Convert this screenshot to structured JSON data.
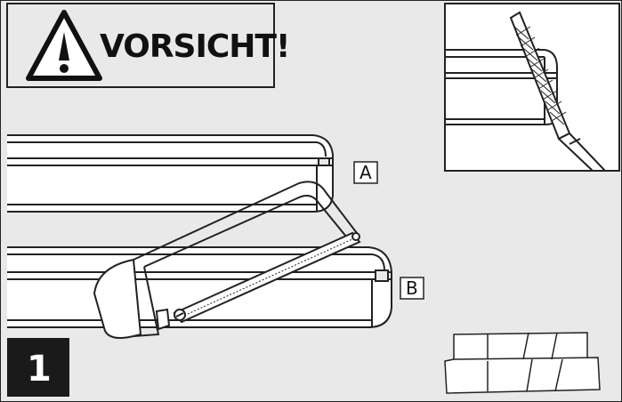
{
  "warning": {
    "text": "VORSICHT!"
  },
  "labels": {
    "a": "A",
    "b": "B"
  },
  "step": {
    "number": "1"
  },
  "colors": {
    "background": "#e9e9e9",
    "line": "#222222",
    "step_box": "#1a1a1a",
    "step_text": "#ffffff"
  },
  "icons": [
    "warning-triangle-icon",
    "hacksaw-icon",
    "file-tool-icon",
    "miter-box-icon"
  ]
}
